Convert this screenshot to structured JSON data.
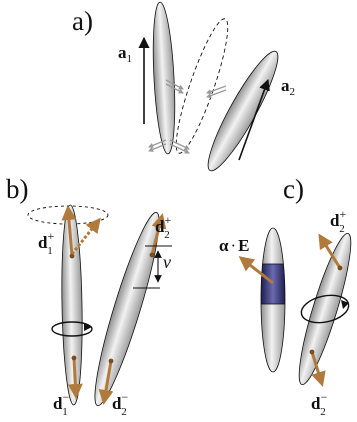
{
  "panels": {
    "a": {
      "label": "a)",
      "vector1": {
        "base": "a",
        "sub": "1"
      },
      "vector2": {
        "base": "a",
        "sub": "2"
      }
    },
    "b": {
      "label": "b)",
      "d1_plus": {
        "base": "d",
        "sub": "1",
        "sup": "+"
      },
      "d1_minus": {
        "base": "d",
        "sub": "1",
        "sup": "−"
      },
      "d2_plus": {
        "base": "d",
        "sub": "2",
        "sup": "+"
      },
      "d2_minus": {
        "base": "d",
        "sub": "2",
        "sup": "−"
      },
      "spacing": "ν"
    },
    "c": {
      "label": "c)",
      "field_coupling": {
        "alpha": "α",
        "dot": "·",
        "field": "E"
      },
      "d2_plus": {
        "base": "d",
        "sub": "2",
        "sup": "+"
      },
      "d2_minus": {
        "base": "d",
        "sub": "2",
        "sup": "−"
      }
    }
  },
  "colors": {
    "ellipsoid_light": "#f2f2f2",
    "ellipsoid_mid": "#c9c9c9",
    "ellipsoid_dark": "#8e8e8e",
    "dipole_arrow": "#b07a3c",
    "dipole_dot": "#7a4e1c",
    "gray_arrow": "#9a9a9a",
    "highlight_band": "#3a3a78"
  }
}
